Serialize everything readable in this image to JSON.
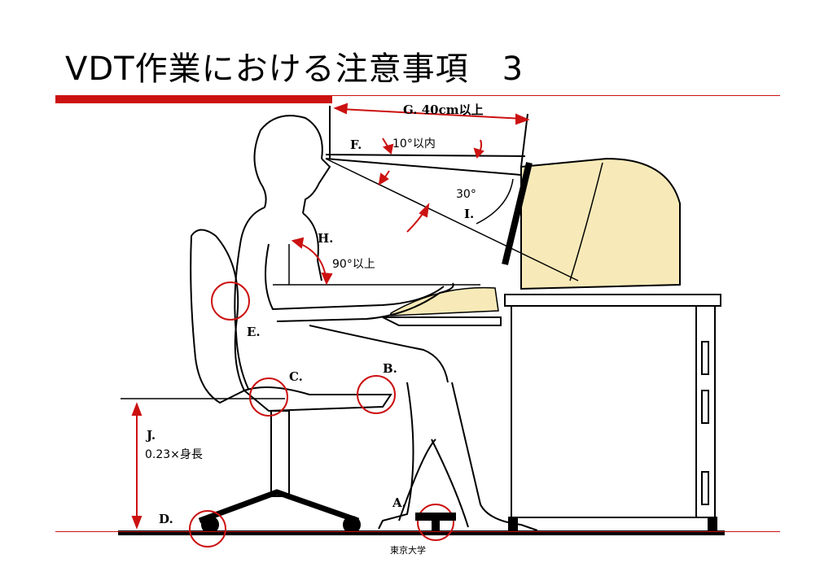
{
  "slide": {
    "title": "VDT作業における注意事項　3",
    "footer": "東京大学"
  },
  "labels": {
    "G": "G. 40cm以上",
    "F": "F.",
    "F_angle": "10°以内",
    "I_angle": "30°",
    "I": "I.",
    "H": "H.",
    "H_angle": "90°以上",
    "E": "E.",
    "C": "C.",
    "B": "B.",
    "J": "J.",
    "J_formula": "0.23×身長",
    "D": "D.",
    "A": "A."
  },
  "colors": {
    "accent": "#cc1111",
    "monitor": "#f7eab8",
    "ink": "#000000"
  }
}
